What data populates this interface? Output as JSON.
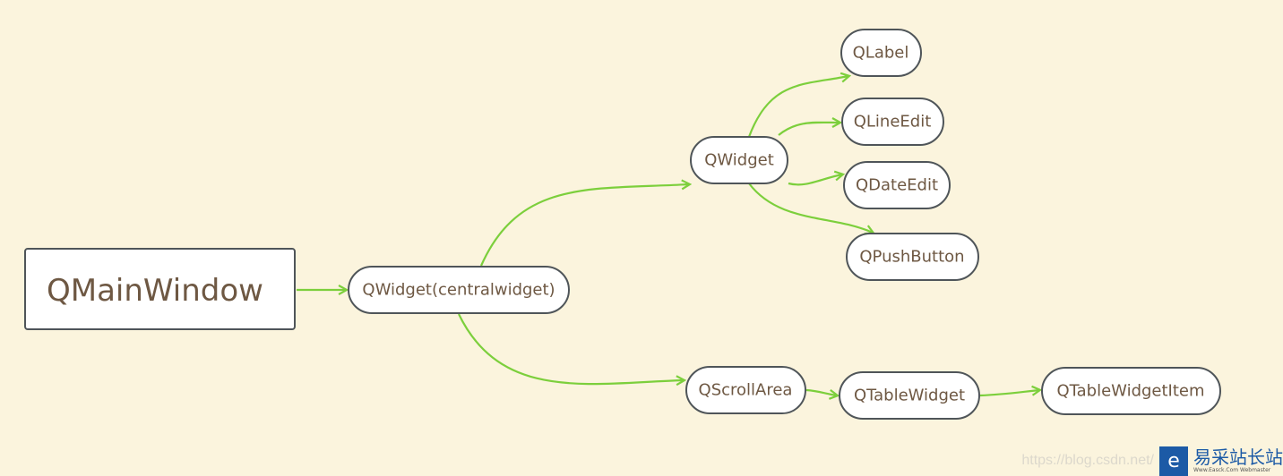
{
  "nodes": {
    "root": "QMainWindow",
    "central": "QWidget(centralwidget)",
    "widget": "QWidget",
    "label": "QLabel",
    "lineedit": "QLineEdit",
    "dateedit": "QDateEdit",
    "pushbutton": "QPushButton",
    "scrollarea": "QScrollArea",
    "tablewidget": "QTableWidget",
    "tablewidgetitem": "QTableWidgetItem"
  },
  "colors": {
    "background": "#fbf4dd",
    "edge": "#7ccf3c",
    "node_text": "#6e5843",
    "node_border": "#4f5559"
  },
  "watermark": {
    "url": "https://blog.csdn.net/",
    "logo_icon": "e-logo-icon",
    "brand": "易采站长站",
    "sub": "Www.Easck.Com  Webmaster"
  }
}
